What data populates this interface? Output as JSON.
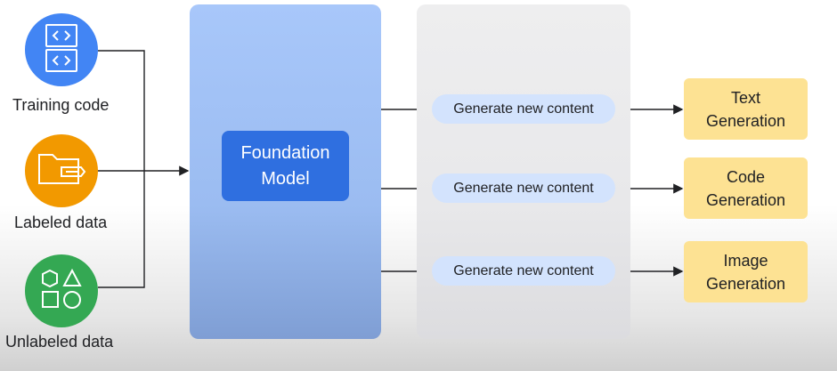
{
  "inputs": [
    {
      "label": "Training code",
      "icon": "code-blocks-icon",
      "color": "#4285f4"
    },
    {
      "label": "Labeled data",
      "icon": "labeled-folder-icon",
      "color": "#f29900"
    },
    {
      "label": "Unlabeled data",
      "icon": "shapes-icon",
      "color": "#34a853"
    }
  ],
  "model": {
    "line1": "Foundation",
    "line2": "Model",
    "color": "#2f6fe0"
  },
  "generators": [
    {
      "label": "Generate new content"
    },
    {
      "label": "Generate new content"
    },
    {
      "label": "Generate new content"
    }
  ],
  "outputs": [
    {
      "line1": "Text",
      "line2": "Generation"
    },
    {
      "line1": "Code",
      "line2": "Generation"
    },
    {
      "line1": "Image",
      "line2": "Generation"
    }
  ],
  "colors": {
    "output_box": "#fde293",
    "pill": "#d3e3fd",
    "model_panel": "#a8c7fa",
    "gen_panel": "#eeeeef"
  }
}
